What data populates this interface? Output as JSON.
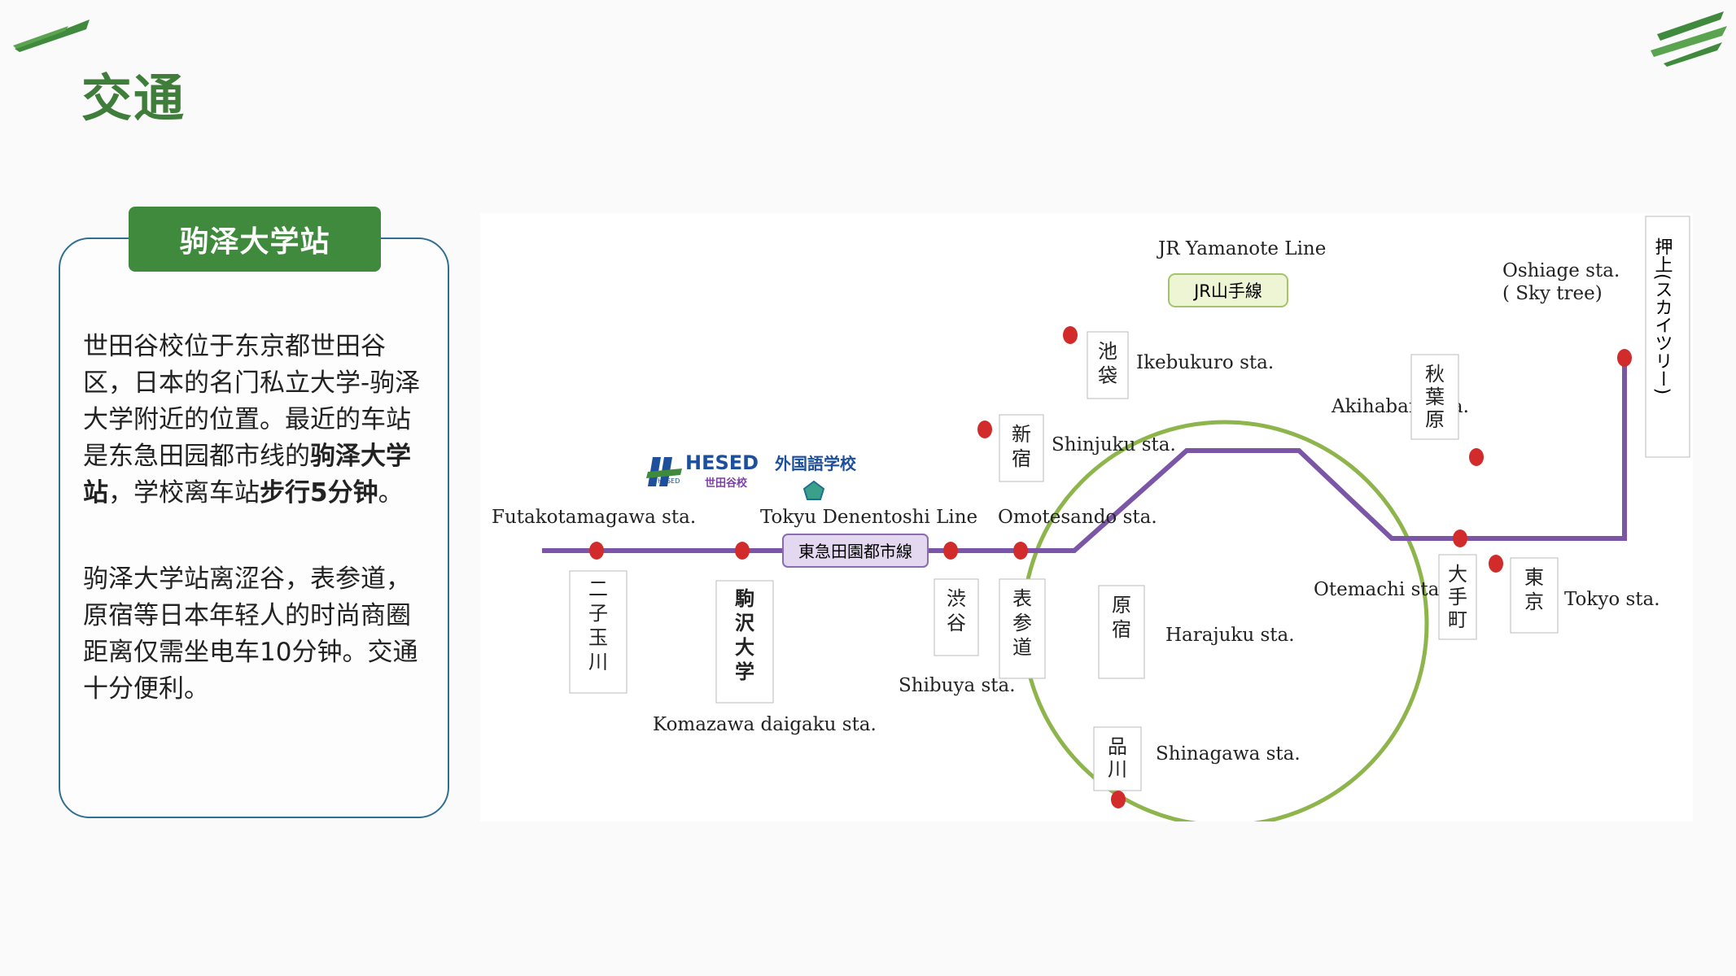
{
  "page_title": "交通",
  "card": {
    "badge": "驹泽大学站",
    "p1_a": "世田谷校位于东京都世田谷区，日本的名门私立大学-驹泽大学附近的位置。最近的车站是东急田园都市线的",
    "p1_b": "驹泽大学站",
    "p1_c": "，学校离车站",
    "p1_d": "步行5分钟",
    "p1_e": "。",
    "p2": "驹泽大学站离涩谷，表参道，原宿等日本年轻人的时尚商圈距离仅需坐电车10分钟。交通十分便利。"
  },
  "map": {
    "yamanote_en": "JR Yamanote Line",
    "yamanote_jp": "JR山手線",
    "denentoshi_en": "Tokyu Denentoshi Line",
    "denentoshi_jp": "東急田園都市線",
    "school_logo": "HESED",
    "school_name": "外国語学校",
    "school_branch": "世田谷校",
    "school_logo_small": "HESED",
    "stations": {
      "futako_en": "Futakotamagawa sta.",
      "futako_jp": [
        "二",
        "子",
        "玉",
        "川"
      ],
      "komazawa_en": "Komazawa daigaku sta.",
      "komazawa_jp": [
        "駒",
        "沢",
        "大",
        "学"
      ],
      "shibuya_en": "Shibuya sta.",
      "shibuya_jp": [
        "渋",
        "谷"
      ],
      "omotesando_en": "Omotesando sta.",
      "omotesando_jp": [
        "表",
        "参",
        "道"
      ],
      "harajuku_en": "Harajuku sta.",
      "harajuku_jp": [
        "原",
        "宿"
      ],
      "shinjuku_en": "Shinjuku sta.",
      "shinjuku_jp": [
        "新",
        "宿"
      ],
      "ikebukuro_en": "Ikebukuro sta.",
      "ikebukuro_jp": [
        "池",
        "袋"
      ],
      "akihabara_en": "Akihabara sta.",
      "akihabara_jp": [
        "秋",
        "葉",
        "原"
      ],
      "otemachi_en": "Otemachi sta.",
      "otemachi_jp": [
        "大",
        "手",
        "町"
      ],
      "tokyo_en": "Tokyo sta.",
      "tokyo_jp": [
        "東",
        "京"
      ],
      "shinagawa_en": "Shinagawa sta.",
      "shinagawa_jp": [
        "品",
        "川"
      ],
      "oshiage_en1": "Oshiage sta.",
      "oshiage_en2": "( Sky tree)",
      "oshiage_jp": "押上(スカイツリー)"
    }
  },
  "colors": {
    "accent_green": "#3f8a3c",
    "yamanote": "#8db54b",
    "denentoshi": "#7b55a6",
    "station_dot": "#d22b2b"
  }
}
